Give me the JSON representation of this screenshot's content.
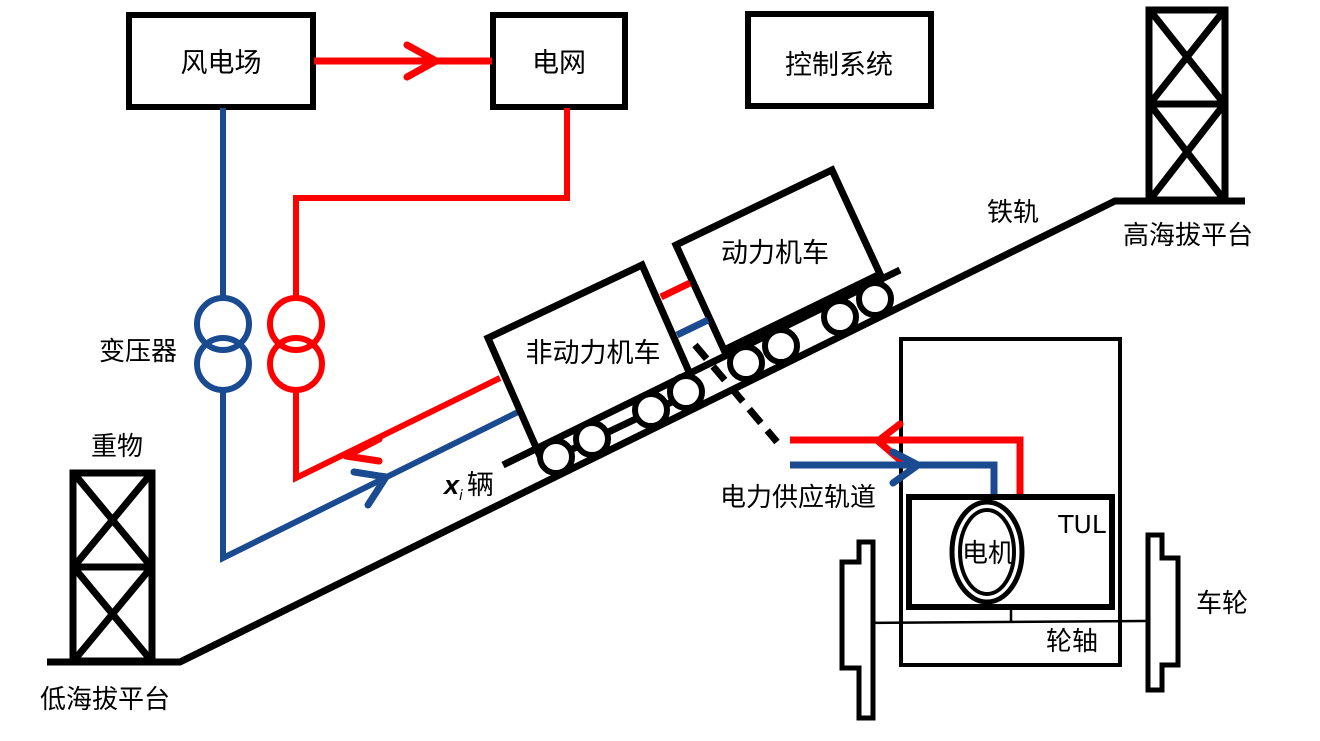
{
  "colors": {
    "power_out": "#ff0000",
    "power_in": "#1a4a8f",
    "structure": "#000000"
  },
  "boxes": {
    "wind_farm": "风电场",
    "grid": "电网",
    "control_system": "控制系统"
  },
  "labels": {
    "transformer": "变压器",
    "weight": "重物",
    "low_platform": "低海拔平台",
    "high_platform": "高海拔平台",
    "rail": "铁轨",
    "non_power_car": "非动力机车",
    "power_car": "动力机车",
    "car_count_var": "x",
    "car_count_sub": "i",
    "car_count_unit": "辆",
    "supply_track": "电力供应轨道",
    "motor": "电机",
    "tul": "TUL",
    "axle": "轮轴",
    "wheel": "车轮"
  }
}
